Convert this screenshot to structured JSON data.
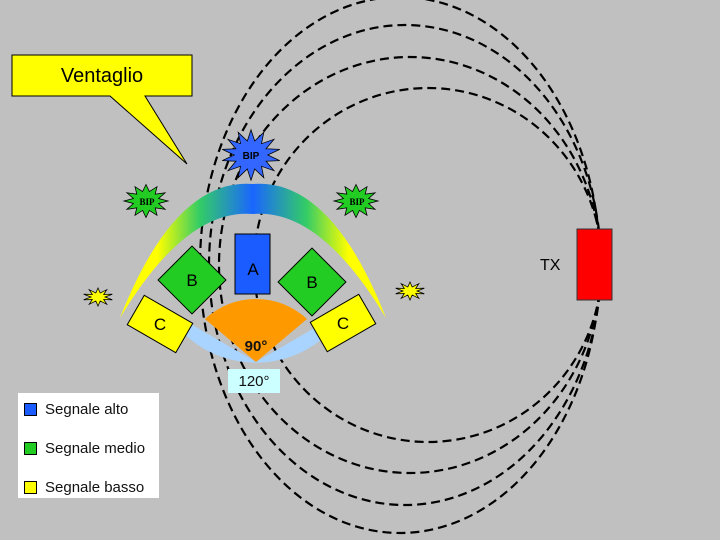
{
  "callout": {
    "text": "Ventaglio"
  },
  "bip_labels": {
    "top": "BIP",
    "left": "BIP",
    "right": "BIP"
  },
  "sensors": {
    "a": {
      "label": "A",
      "color": "#1a5cff"
    },
    "b_left": {
      "label": "B",
      "color": "#22cc22"
    },
    "b_right": {
      "label": "B",
      "color": "#22cc22"
    },
    "c_left": {
      "label": "C",
      "color": "#ffff00"
    },
    "c_right": {
      "label": "C",
      "color": "#ffff00"
    }
  },
  "angles": {
    "inner": "90°",
    "outer": "120°"
  },
  "transmitter": {
    "label": "TX",
    "color": "#ff0000"
  },
  "legend": {
    "items": [
      {
        "label": "Segnale alto",
        "color": "#1a5cff"
      },
      {
        "label": "Segnale medio",
        "color": "#22cc22"
      },
      {
        "label": "Segnale basso",
        "color": "#ffff00"
      }
    ]
  },
  "colors": {
    "background": "#c0c0c0",
    "sector_120": "#a8d4ff",
    "sector_90": "#ff9900"
  }
}
